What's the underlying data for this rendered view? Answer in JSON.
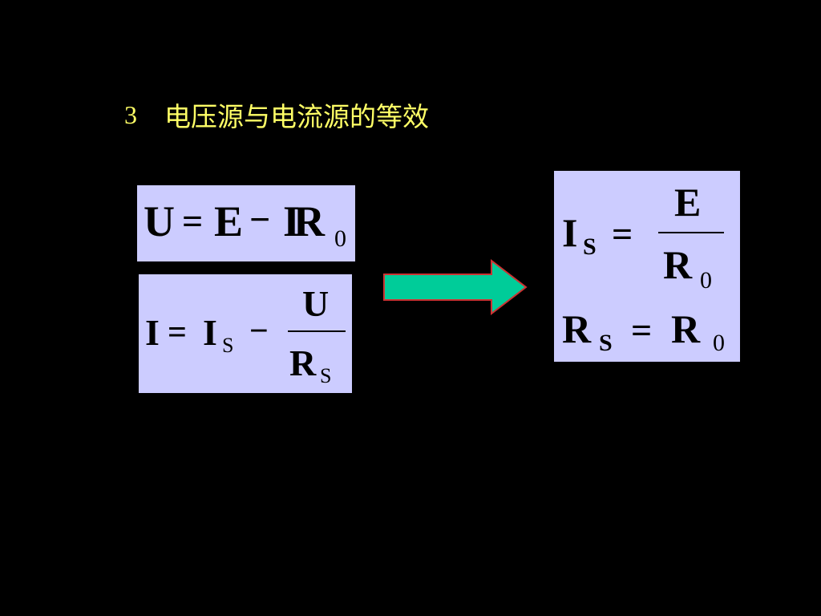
{
  "slide": {
    "title_number": "3",
    "title_text": "电压源与电流源的等效",
    "background": "#000000",
    "title_color": "#ffff66",
    "box_color": "#ccccff",
    "arrow_color": "#00cc99"
  },
  "eq1": {
    "lhs": "U",
    "eq": "=",
    "e": "E",
    "minus": "−",
    "ir": "IR",
    "sub0": "0"
  },
  "eq2": {
    "lhs": "I",
    "eq": "=",
    "is": "I",
    "is_sub": "S",
    "minus": "−",
    "num": "U",
    "den": "R",
    "den_sub": "S"
  },
  "eq3": {
    "lhs": "I",
    "lhs_sub": "S",
    "eq": "=",
    "num": "E",
    "den": "R",
    "den_sub": "0"
  },
  "eq4": {
    "lhs": "R",
    "lhs_sub": "S",
    "eq": "=",
    "rhs": "R",
    "rhs_sub": "0"
  },
  "icons": {
    "arrow": "right-arrow-icon"
  }
}
